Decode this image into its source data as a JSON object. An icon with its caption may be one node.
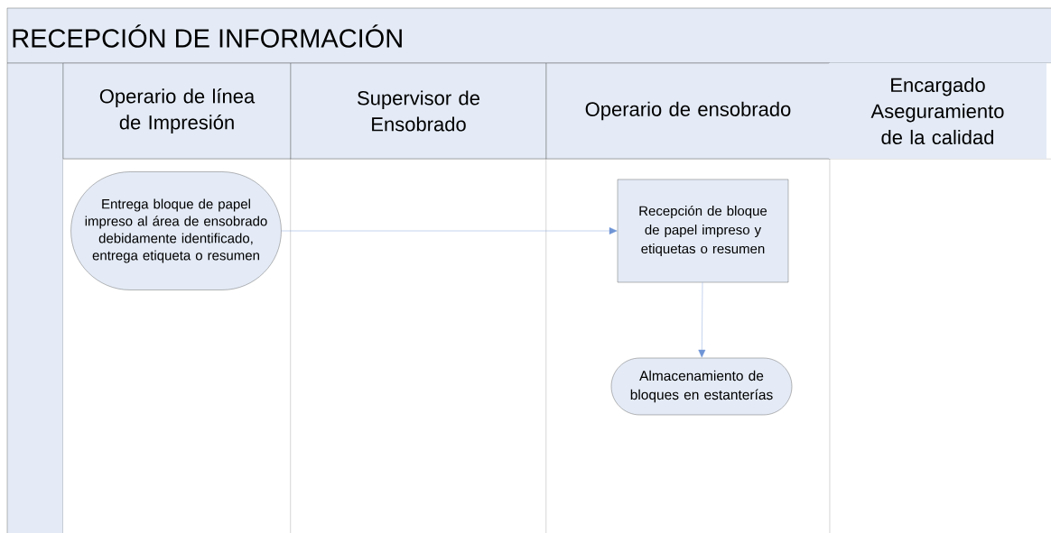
{
  "diagram": {
    "title": "RECEPCIÓN DE INFORMACIÓN",
    "nodes": [
      {
        "text": [
          "Operario de línea de Impresión"
        ]
      },
      {
        "text": [
          "Supervisor de Ensobrado"
        ]
      },
      {
        "text": [
          "Operario de ensobrado"
        ]
      },
      {
        "text": [
          "Encargado Aseguramiento de la calidad"
        ]
      },
      {
        "text": [
          "Entrega bloque de papel impreso al área de ensobrado debidamente identificado, entrega etiqueta o resumen"
        ]
      },
      {
        "text": [
          "Recepción de bloque de papel impreso y etiquetas o resumen"
        ]
      },
      {
        "text": [
          "Almacenamiento de bloques en estanterías"
        ]
      }
    ],
    "edges": [
      {
        "from": 4,
        "to": 5,
        "arrow": "to"
      },
      {
        "from": 5,
        "to": 6,
        "arrow": "to"
      }
    ]
  }
}
